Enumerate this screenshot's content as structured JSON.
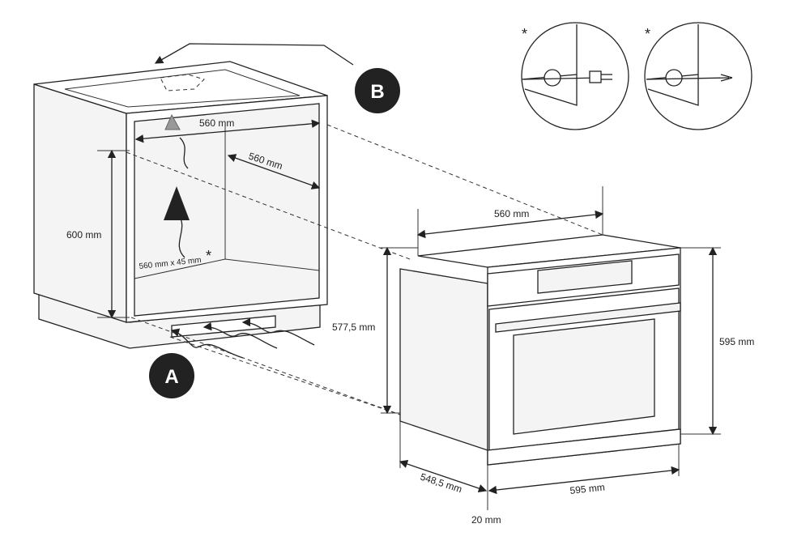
{
  "badges": {
    "a": "A",
    "b": "B"
  },
  "cabinet": {
    "width_top": "560 mm",
    "depth": "560 mm",
    "height": "600 mm",
    "vent_opening": "560 mm x 45 mm",
    "vent_star": "*"
  },
  "oven": {
    "width_top": "560 mm",
    "height_inner": "577,5 mm",
    "height_outer": "595 mm",
    "depth": "548,5 mm",
    "width_front": "595 mm",
    "front_offset": "20 mm"
  },
  "details": {
    "star_left": "*",
    "star_right": "*"
  }
}
